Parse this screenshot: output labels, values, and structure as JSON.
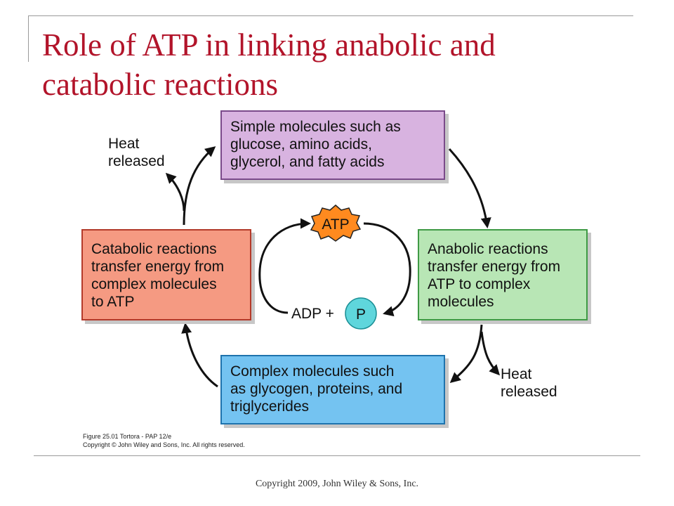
{
  "slide": {
    "title_lines": [
      "Role of ATP in linking anabolic and",
      "catabolic reactions"
    ],
    "footer": "Copyright 2009, John Wiley & Sons, Inc."
  },
  "diagram": {
    "simple_box": [
      "Simple molecules such as",
      "glucose, amino acids,",
      "glycerol, and fatty acids"
    ],
    "catabolic_box": [
      "Catabolic reactions",
      "transfer energy from",
      "complex molecules",
      "to ATP"
    ],
    "anabolic_box": [
      "Anabolic reactions",
      "transfer energy from",
      "ATP to complex",
      "molecules"
    ],
    "complex_box": [
      "Complex molecules such",
      "as glycogen, proteins, and",
      "triglycerides"
    ],
    "heat_left": [
      "Heat",
      "released"
    ],
    "heat_right": [
      "Heat",
      "released"
    ],
    "atp_label": "ATP",
    "adp_label": "ADP +",
    "phosphate_label": "P",
    "credit": [
      "Figure 25.01  Tortora - PAP 12/e",
      "Copyright © John Wiley and Sons, Inc. All rights reserved."
    ],
    "colors": {
      "simple": "#d8b3e0",
      "catabolic": "#f59a82",
      "anabolic": "#b8e6b5",
      "complex": "#74c3f1",
      "atp": "#ff8a1f",
      "phosphate": "#5fd6dc",
      "title": "#b2142a"
    }
  }
}
